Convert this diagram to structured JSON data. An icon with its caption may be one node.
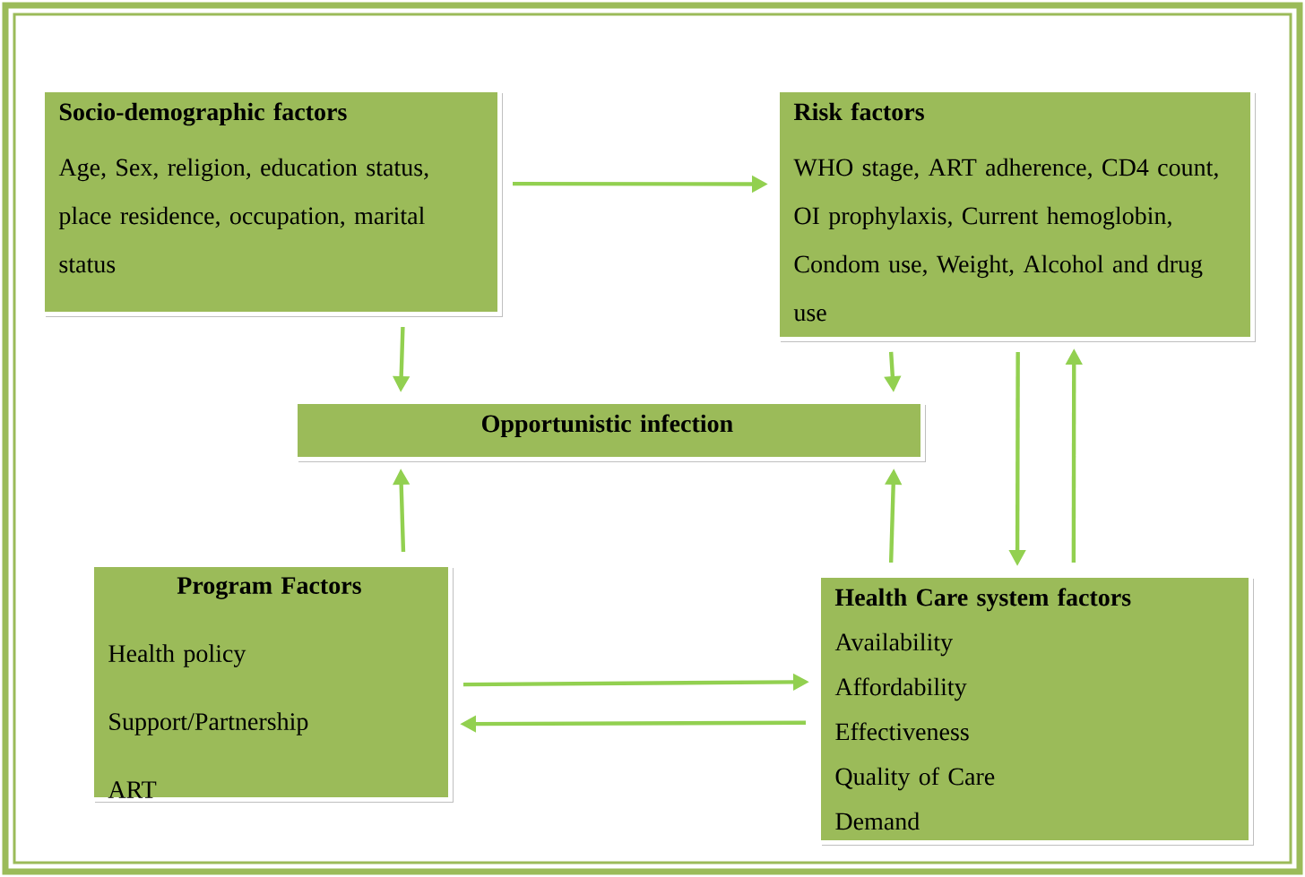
{
  "diagram": {
    "nodes": [
      {
        "text": [
          "Socio-demographic factors",
          "Age, Sex, religion, education status, place residence, occupation, marital status"
        ]
      },
      {
        "text": [
          "Risk factors",
          "WHO stage, ART adherence, CD4 count, OI prophylaxis, Current hemoglobin, Condom use, Weight, Alcohol and drug use"
        ]
      },
      {
        "text": [
          "Opportunistic infection"
        ]
      },
      {
        "text": [
          "Program Factors",
          "Health policy",
          "Support/Partnership",
          "ART"
        ]
      },
      {
        "text": [
          "Health Care system factors",
          "Availability",
          "Affordability",
          "Effectiveness",
          "Quality of Care",
          "Demand"
        ]
      }
    ],
    "edges": [
      {
        "from": 0,
        "to": 1,
        "arrow": "to"
      },
      {
        "from": 0,
        "to": 2,
        "arrow": "to"
      },
      {
        "from": 1,
        "to": 2,
        "arrow": "to"
      },
      {
        "from": 4,
        "to": 2,
        "arrow": "to"
      },
      {
        "from": 1,
        "to": 4,
        "arrow": "to"
      },
      {
        "from": 4,
        "to": 1,
        "arrow": "to"
      },
      {
        "from": 3,
        "to": 2,
        "arrow": "to"
      },
      {
        "from": 3,
        "to": 4,
        "arrow": "to"
      },
      {
        "from": 4,
        "to": 3,
        "arrow": "to"
      }
    ]
  }
}
